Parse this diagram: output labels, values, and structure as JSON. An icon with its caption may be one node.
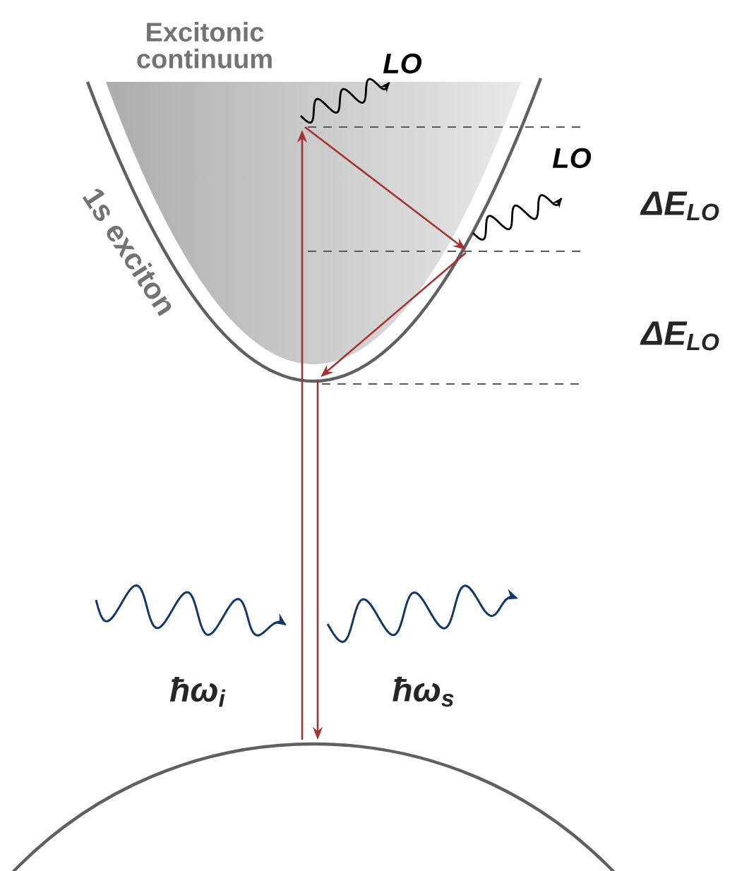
{
  "diagram": {
    "labels": [
      "Excitonic continuum",
      "LO",
      "1s exciton",
      "LO",
      "ΔE$_{LO}$",
      "ΔE$_{LO}$",
      "ħω$_{i}$",
      "ħω$_{s}$"
    ]
  }
}
